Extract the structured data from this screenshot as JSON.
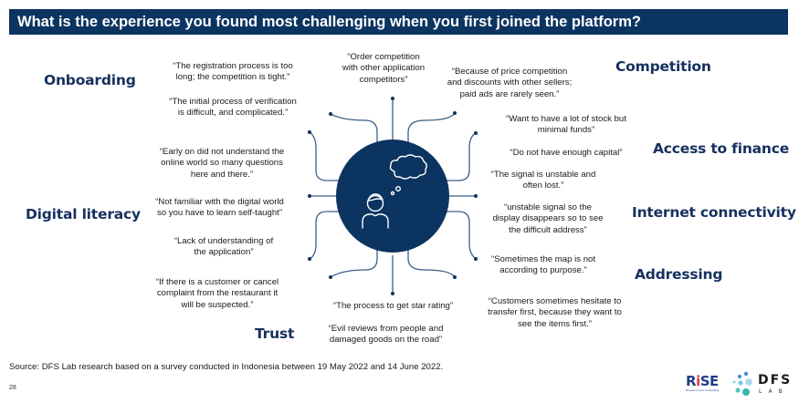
{
  "header": {
    "title": "What is the experience you found most challenging when you first joined the platform?"
  },
  "categories": {
    "onboarding": "Onboarding",
    "competition": "Competition",
    "access_to_finance": "Access to finance",
    "digital_literacy": "Digital literacy",
    "internet_connectivity": "Internet connectivity",
    "addressing": "Addressing",
    "trust": "Trust"
  },
  "quotes": {
    "onboarding_1": [
      "“The registration process is too",
      "long; the competition is tight.”"
    ],
    "onboarding_2": [
      "“The initial process of verification",
      "is difficult, and complicated.”"
    ],
    "competition_1": [
      "“Order competition",
      "with other application",
      "competitors”"
    ],
    "competition_2": [
      "“Because of price competition",
      "and discounts with other sellers;",
      "paid ads are rarely seen.”"
    ],
    "finance_1": [
      "“Want to have a lot of stock but",
      "minimal funds”"
    ],
    "finance_2": [
      "“Do not have enough capital”"
    ],
    "digital_1": [
      "“Early on did not understand the",
      "online world so many questions",
      "here and there.”"
    ],
    "digital_2": [
      "“Not familiar with the digital world",
      "so you have to learn self-taught”"
    ],
    "digital_3": [
      "“Lack of understanding of",
      "the application”"
    ],
    "internet_1": [
      "“The signal is unstable and",
      "often lost.”"
    ],
    "internet_2": [
      "“unstable signal so the",
      "display disappears so to see",
      "the difficult address”"
    ],
    "addressing_1": [
      "“Sometimes the map is not",
      "according to purpose.”"
    ],
    "trust_1": [
      "“If there is a customer or cancel",
      "complaint from the restaurant it",
      "will be suspected.”"
    ],
    "trust_2": [
      "“The process to get star rating”"
    ],
    "trust_3": [
      "“Evil reviews from people and",
      "damaged goods on the road”"
    ],
    "trust_4": [
      "“Customers sometimes hesitate to",
      "transfer first, because they want to",
      "see the items first.”"
    ]
  },
  "hub": {
    "icon": "person-thinking-icon",
    "circle_color": "#0b3460",
    "line_color": "#3f5f86"
  },
  "footer": {
    "source": "Source: DFS Lab research based on a survey conducted in Indonesia between 19 May 2022 and 14 June 2022.",
    "page_number": "28"
  },
  "logos": {
    "rise_prefix": "R",
    "rise_i": "i",
    "rise_suffix": "SE",
    "rise_sub": "Research and Consulting",
    "dfs": "DFS",
    "dfs_sub": "LAB"
  },
  "colors": {
    "brand_navy": "#0b3460",
    "category_text": "#16305e"
  }
}
